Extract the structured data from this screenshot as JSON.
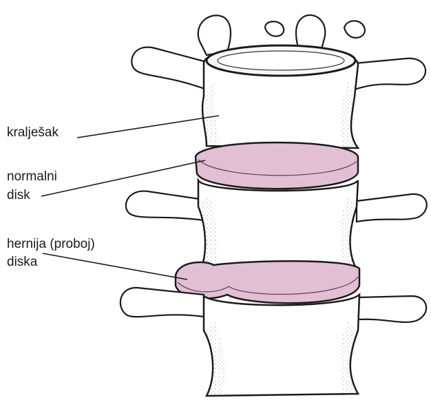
{
  "labels": {
    "vertebra": "kralješak",
    "normal_disc_line1": "normalni",
    "normal_disc_line2": "disk",
    "herniated_disc_line1": "hernija (proboj)",
    "herniated_disc_line2": "diska"
  },
  "colors": {
    "disc_fill": "#e2bfd2",
    "bone_fill": "#ffffff",
    "outline": "#1a1a1a",
    "shading": "#555555"
  }
}
